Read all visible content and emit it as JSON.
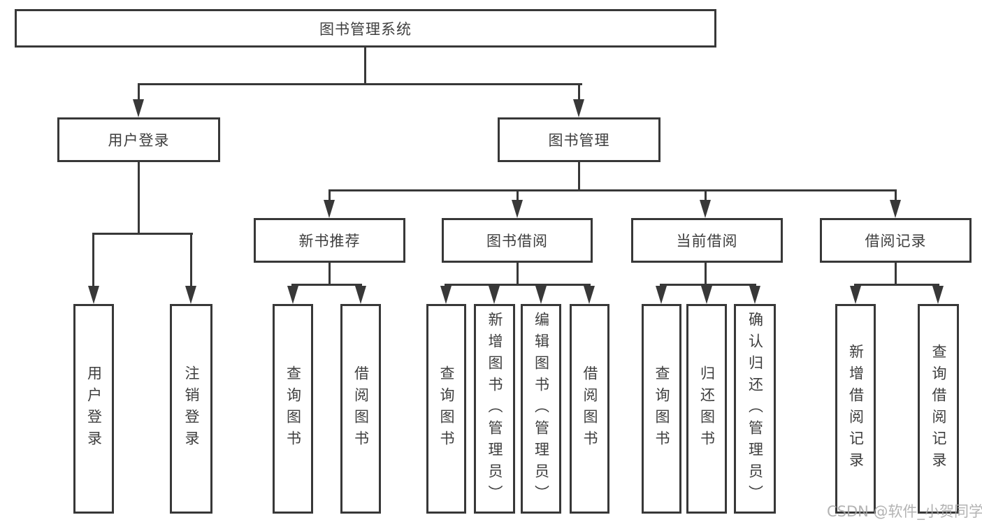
{
  "tree": {
    "root": "图书管理系统",
    "branches": [
      {
        "label": "用户登录",
        "children": [
          "用户登录",
          "注销登录"
        ]
      },
      {
        "label": "图书管理",
        "children": [
          {
            "label": "新书推荐",
            "children": [
              "查询图书",
              "借阅图书"
            ]
          },
          {
            "label": "图书借阅",
            "children": [
              "查询图书",
              "新增图书（管理员）",
              "编辑图书（管理员）",
              "借阅图书"
            ]
          },
          {
            "label": "当前借阅",
            "children": [
              "查询图书",
              "归还图书",
              "确认归还（管理员）"
            ]
          },
          {
            "label": "借阅记录",
            "children": [
              "新增借阅记录",
              "查询借阅记录"
            ]
          }
        ]
      }
    ]
  },
  "watermark": "CSDN @软件_小贺同学",
  "colors": {
    "line": "#383838",
    "text": "#3e3e3e",
    "watermark": "#a6a6a6",
    "background": "#ffffff"
  }
}
